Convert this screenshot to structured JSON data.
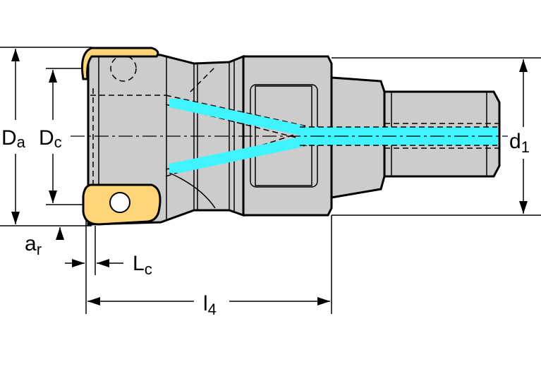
{
  "labels": {
    "Da": {
      "main": "D",
      "sub": "a"
    },
    "Dc": {
      "main": "D",
      "sub": "c"
    },
    "d1": {
      "main": "d",
      "sub": "1"
    },
    "ar": {
      "main": "a",
      "sub": "r"
    },
    "Lc": {
      "main": "L",
      "sub": "c"
    },
    "l4": {
      "main": "l",
      "sub": "4"
    }
  },
  "colors": {
    "body": "#cccccc",
    "insert": "#ffd57a",
    "coolant": "#40f4ff",
    "line": "#000000"
  }
}
